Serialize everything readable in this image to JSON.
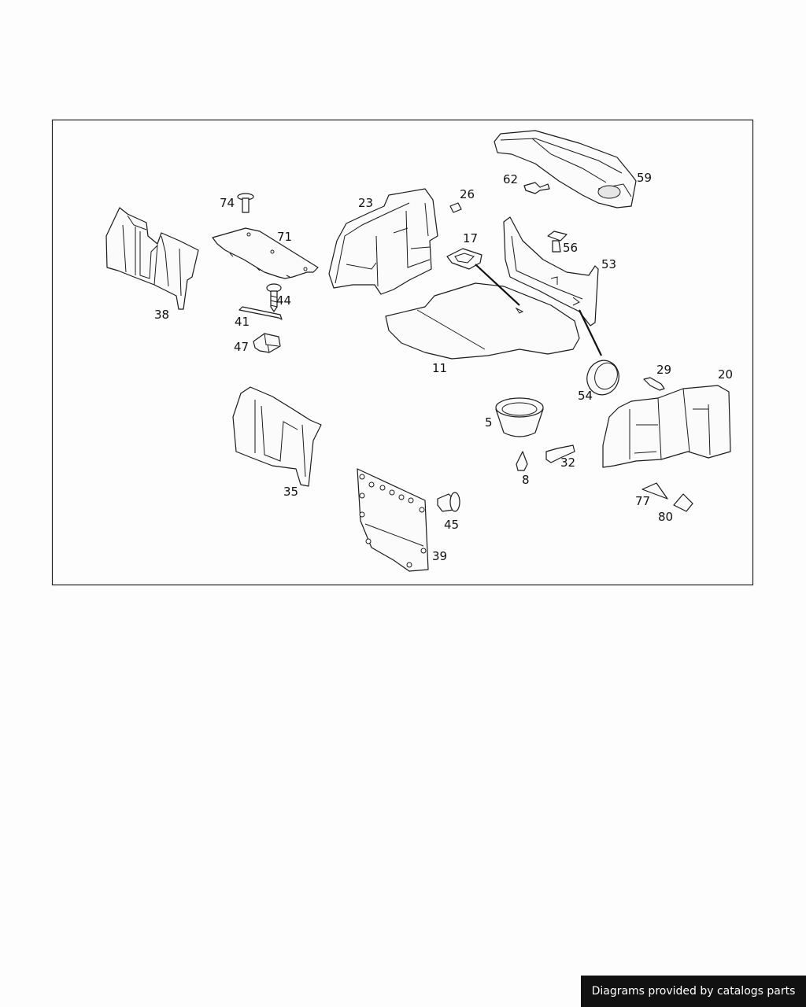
{
  "diagram": {
    "callouts": {
      "p5": "5",
      "p8": "8",
      "p11": "11",
      "p17": "17",
      "p20": "20",
      "p23": "23",
      "p26": "26",
      "p29": "29",
      "p32": "32",
      "p35": "35",
      "p38": "38",
      "p39": "39",
      "p41": "41",
      "p44": "44",
      "p45": "45",
      "p47": "47",
      "p53": "53",
      "p54": "54",
      "p56": "56",
      "p59": "59",
      "p62": "62",
      "p71": "71",
      "p74": "74",
      "p77": "77",
      "p80": "80"
    }
  },
  "footer": {
    "credit": "Diagrams provided by catalogs parts"
  }
}
